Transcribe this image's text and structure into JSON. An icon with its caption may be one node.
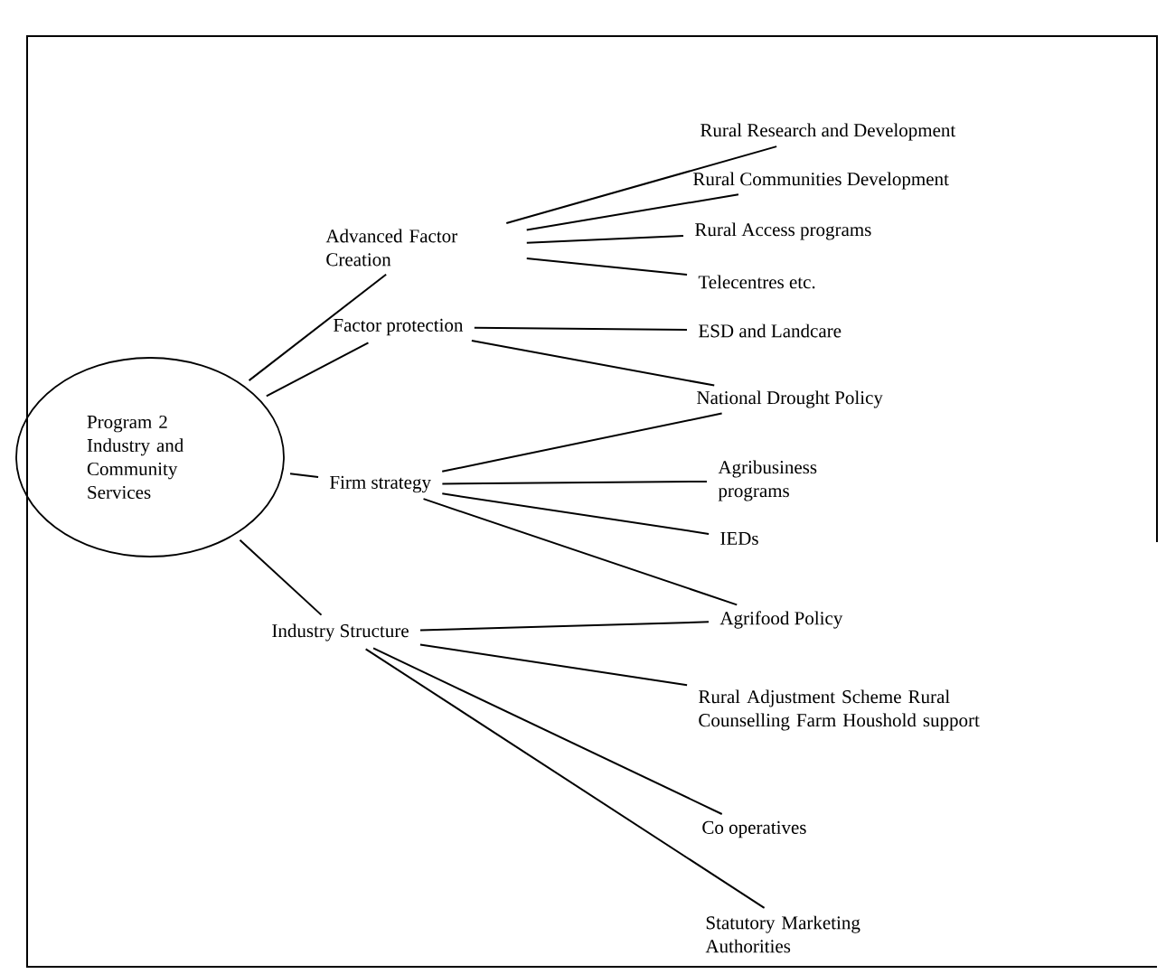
{
  "diagram": {
    "nodes": [
      {
        "text": [
          "Program 2 Industry and Community Services"
        ]
      },
      {
        "text": [
          "Advanced Factor Creation"
        ]
      },
      {
        "text": [
          "Factor protection"
        ]
      },
      {
        "text": [
          "Firm strategy"
        ]
      },
      {
        "text": [
          "Industry Structure"
        ]
      },
      {
        "text": [
          "Rural Research and Development"
        ]
      },
      {
        "text": [
          "Rural Communities Development"
        ]
      },
      {
        "text": [
          "Rural Access  programs"
        ]
      },
      {
        "text": [
          "Telecentres etc."
        ]
      },
      {
        "text": [
          "ESD and Landcare"
        ]
      },
      {
        "text": [
          "National Drought Policy"
        ]
      },
      {
        "text": [
          "Agribusiness programs"
        ]
      },
      {
        "text": [
          "IEDs"
        ]
      },
      {
        "text": [
          "Agrifood Policy"
        ]
      },
      {
        "text": [
          "Rural Adjustment Scheme Rural Counselling Farm Houshold support"
        ]
      },
      {
        "text": [
          "Co operatives"
        ]
      },
      {
        "text": [
          "Statutory Marketing Authorities"
        ]
      }
    ],
    "edges": [
      {
        "from": 0,
        "to": 1,
        "arrow": "none"
      },
      {
        "from": 0,
        "to": 2,
        "arrow": "none"
      },
      {
        "from": 0,
        "to": 3,
        "arrow": "none"
      },
      {
        "from": 0,
        "to": 4,
        "arrow": "none"
      },
      {
        "from": 1,
        "to": 5,
        "arrow": "none"
      },
      {
        "from": 1,
        "to": 6,
        "arrow": "none"
      },
      {
        "from": 1,
        "to": 7,
        "arrow": "none"
      },
      {
        "from": 1,
        "to": 8,
        "arrow": "none"
      },
      {
        "from": 2,
        "to": 9,
        "arrow": "none"
      },
      {
        "from": 2,
        "to": 10,
        "arrow": "none"
      },
      {
        "from": 3,
        "to": 10,
        "arrow": "none"
      },
      {
        "from": 3,
        "to": 11,
        "arrow": "none"
      },
      {
        "from": 3,
        "to": 12,
        "arrow": "none"
      },
      {
        "from": 3,
        "to": 13,
        "arrow": "none"
      },
      {
        "from": 4,
        "to": 13,
        "arrow": "none"
      },
      {
        "from": 4,
        "to": 14,
        "arrow": "none"
      },
      {
        "from": 4,
        "to": 15,
        "arrow": "none"
      },
      {
        "from": 4,
        "to": 16,
        "arrow": "none"
      }
    ]
  }
}
